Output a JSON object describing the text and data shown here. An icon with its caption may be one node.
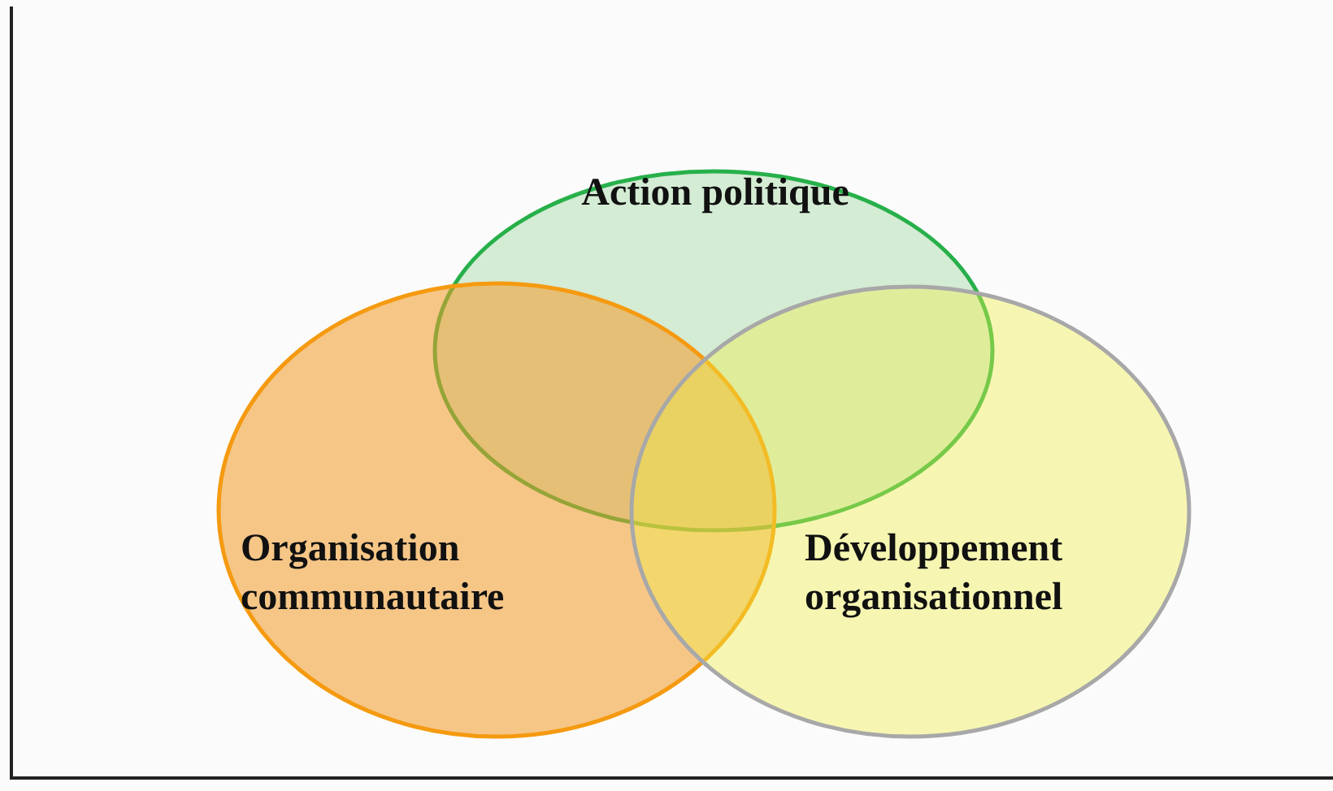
{
  "diagram": {
    "nodes": [
      {
        "text": [
          "Action politique"
        ]
      },
      {
        "text": [
          "Organisation communautaire"
        ]
      },
      {
        "text": [
          "Développement organisationnel"
        ]
      }
    ],
    "edges": []
  }
}
